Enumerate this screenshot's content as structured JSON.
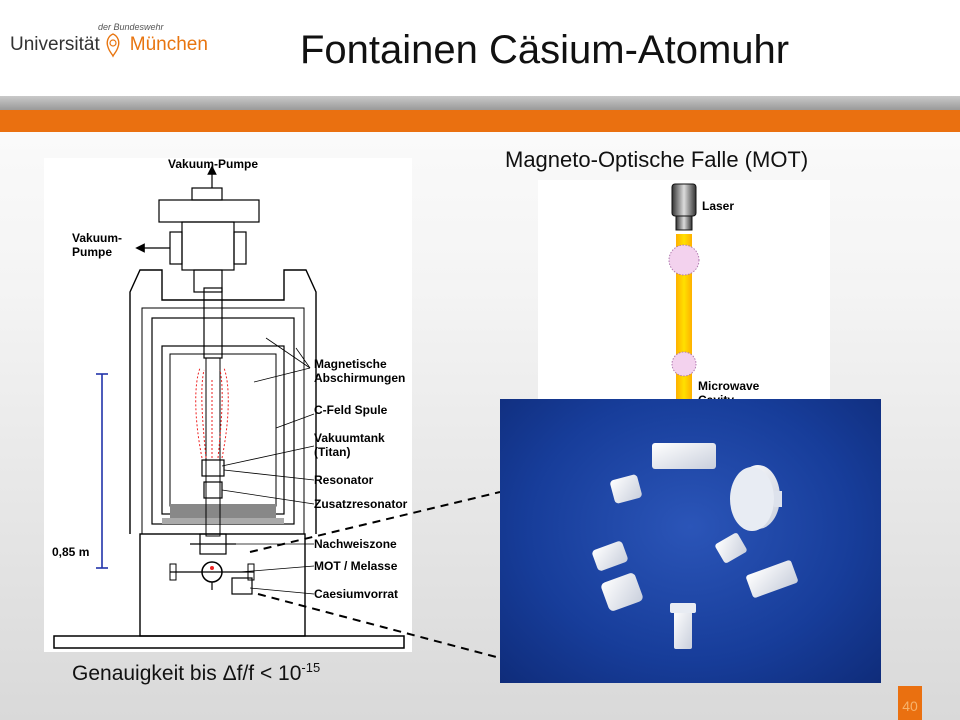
{
  "header": {
    "logo_small": "der Bundeswehr",
    "logo_left": "Universität",
    "logo_right": "München",
    "title": "Fontainen Cäsium-Atomuhr"
  },
  "left_diagram": {
    "top_label": "Vakuum-Pumpe",
    "side_label_1": "Vakuum-",
    "side_label_2": "Pumpe",
    "scale_label": "0,85 m",
    "labels": [
      "Magnetische",
      "Abschirmungen",
      "C-Feld Spule",
      "Vakuumtank",
      "(Titan)",
      "Resonator",
      "Zusatzresonator",
      "Nachweiszone",
      "MOT / Melasse",
      "Caesiumvorrat"
    ]
  },
  "mot": {
    "title": "Magneto-Optische Falle (MOT)",
    "laser_label": "Laser",
    "cavity_label_1": "Microwave",
    "cavity_label_2": "Cavity"
  },
  "footer": {
    "accuracy_text": "Genauigkeit bis Δf/f < 10",
    "accuracy_exp": "-15",
    "page_number": "40"
  },
  "colors": {
    "accent": "#ea7010",
    "photo_bg": "#173d9a",
    "beam": "#ffcc00"
  }
}
